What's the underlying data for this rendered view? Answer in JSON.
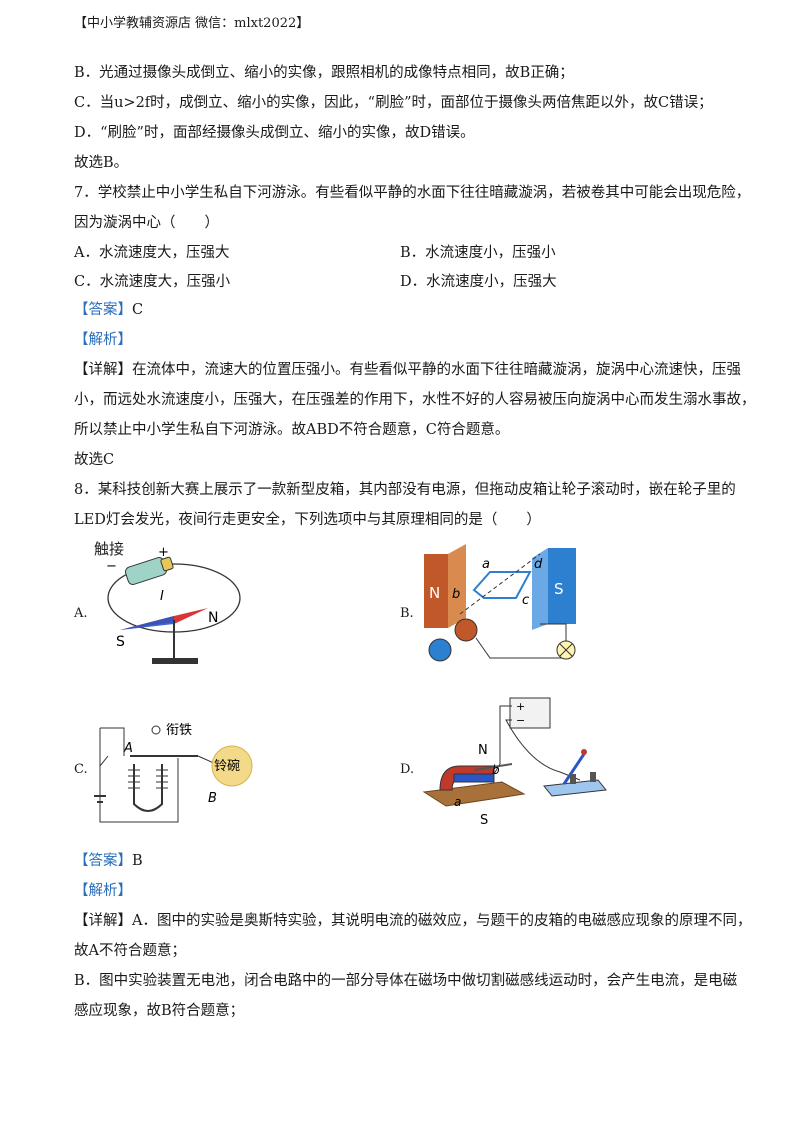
{
  "header": "【中小学教辅资源店  微信：mlxt2022】",
  "lines": {
    "l1": "B．光通过摄像头成倒立、缩小的实像，跟照相机的成像特点相同，故B正确；",
    "l2": "C．当u>2f时，成倒立、缩小的实像，因此，“刷脸”时，面部位于摄像头两倍焦距以外，故C错误；",
    "l3": "D．“刷脸”时，面部经摄像头成倒立、缩小的实像，故D错误。",
    "l4": "故选B。",
    "q7a": "7．学校禁止中小学生私自下河游泳。有些看似平静的水面下往往暗藏漩涡，若被卷其中可能会出现危险，",
    "q7b": "因为漩涡中心（　　）",
    "q7_optA": "A．水流速度大，压强大",
    "q7_optB": "B．水流速度小，压强小",
    "q7_optC": "C．水流速度大，压强小",
    "q7_optD": "D．水流速度小，压强大",
    "ans7_tag": "【答案】",
    "ans7_val": "C",
    "ana7_tag": "【解析】",
    "det7_tag": "【详解】",
    "det7a": "在流体中，流速大的位置压强小。有些看似平静的水面下往往暗藏漩涡，旋涡中心流速快，压强",
    "det7b": "小，而远处水流速度小，压强大，在压强差的作用下，水性不好的人容易被压向旋涡中心而发生溺水事故，",
    "det7c": "所以禁止中小学生私自下河游泳。故ABD不符合题意，C符合题意。",
    "sel7": "故选C",
    "q8a": "8．某科技创新大赛上展示了一款新型皮箱，其内部没有电源，但拖动皮箱让轮子滚动时，嵌在轮子里的",
    "q8b": "LED灯会发光，夜间行走更安全，下列选项中与其原理相同的是（　　）",
    "figA": {
      "letter": "A.",
      "touch": "触接",
      "minus": "−",
      "plus": "+",
      "I": "I",
      "N": "N",
      "S": "S"
    },
    "figB": {
      "letter": "B.",
      "N": "N",
      "S": "S",
      "a": "a",
      "b": "b",
      "c": "c",
      "d": "d"
    },
    "figC": {
      "letter": "C.",
      "armature": "衔铁",
      "A": "A",
      "bell": "铃碗",
      "B": "B"
    },
    "figD": {
      "letter": "D.",
      "plus": "+",
      "minus": "−",
      "N": "N",
      "S": "S",
      "a": "a",
      "b": "b"
    },
    "ans8_tag": "【答案】",
    "ans8_val": "B",
    "ana8_tag": "【解析】",
    "det8_tag": "【详解】",
    "det8a": "A．图中的实验是奥斯特实验，其说明电流的磁效应，与题干的皮箱的电磁感应现象的原理不同，",
    "det8b": "故A不符合题意；",
    "det8c": "B．图中实验装置无电池，闭合电路中的一部分导体在磁场中做切割磁感线运动时，会产生电流，是电磁",
    "det8d": "感应现象，故B符合题意；"
  }
}
